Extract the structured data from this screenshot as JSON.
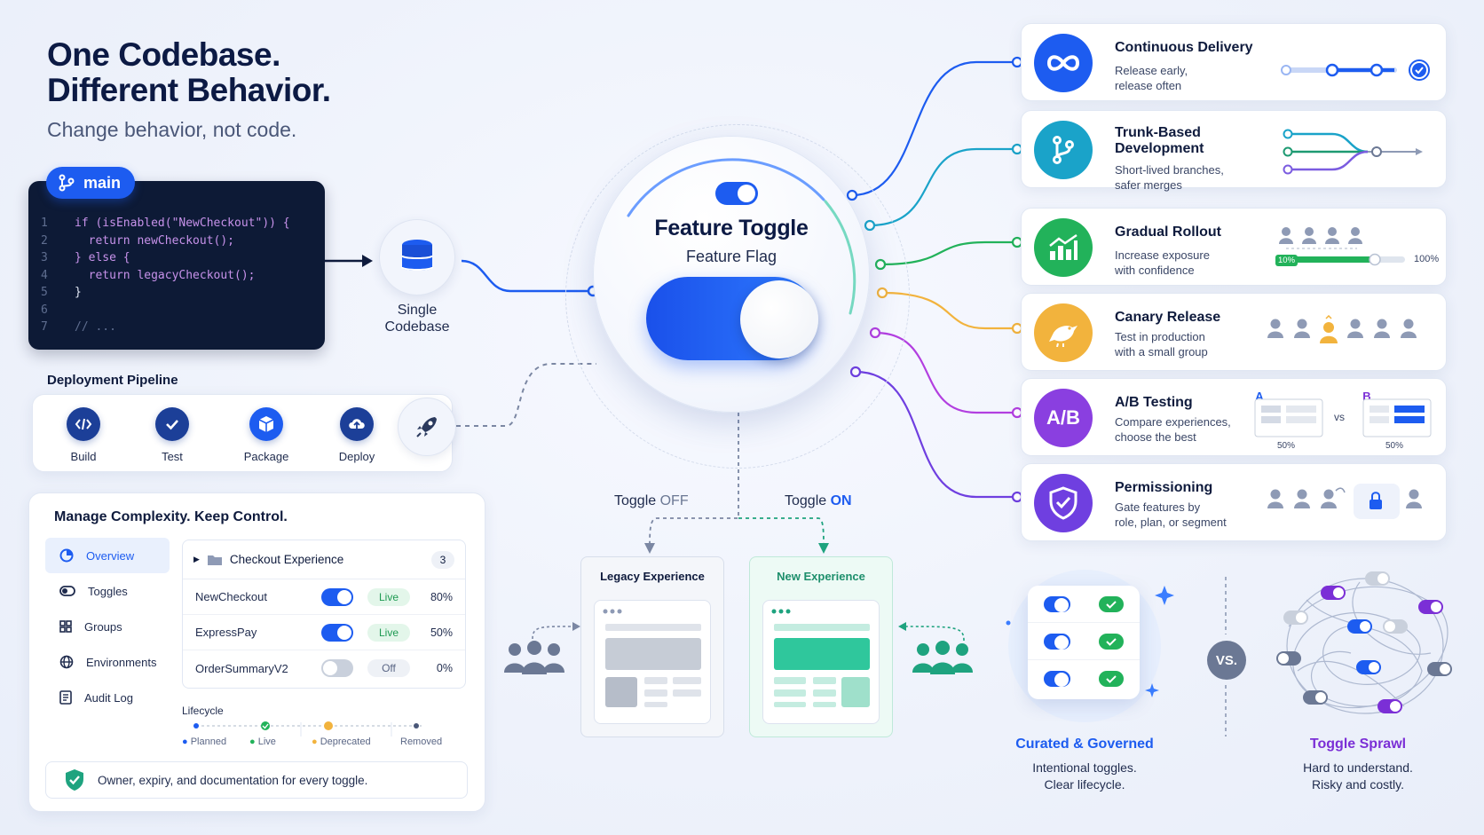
{
  "headline": {
    "line1": "One Codebase.",
    "line2": "Different Behavior.",
    "subtitle": "Change behavior, not code."
  },
  "code": {
    "branch": "main",
    "lines": [
      {
        "n": "1",
        "text": "if (isEnabled(\"NewCheckout\")) {"
      },
      {
        "n": "2",
        "text": "  return newCheckout();"
      },
      {
        "n": "3",
        "text": "} else {"
      },
      {
        "n": "4",
        "text": "  return legacyCheckout();"
      },
      {
        "n": "5",
        "text": "}"
      },
      {
        "n": "6",
        "text": ""
      },
      {
        "n": "7",
        "text": "// ..."
      }
    ]
  },
  "codebase": {
    "label1": "Single",
    "label2": "Codebase",
    "icon": "database-icon"
  },
  "pipeline": {
    "title": "Deployment Pipeline",
    "steps": [
      {
        "label": "Build",
        "icon": "code-icon"
      },
      {
        "label": "Test",
        "icon": "check-icon"
      },
      {
        "label": "Package",
        "icon": "package-icon"
      },
      {
        "label": "Deploy",
        "icon": "cloud-upload-icon"
      }
    ],
    "end_icon": "rocket-icon"
  },
  "center": {
    "title": "Feature Toggle",
    "subtitle": "Feature Flag",
    "state": "on"
  },
  "manage": {
    "title": "Manage Complexity. Keep Control.",
    "sidebar": [
      {
        "label": "Overview",
        "icon": "pie-chart-icon",
        "active": true
      },
      {
        "label": "Toggles",
        "icon": "toggle-icon",
        "active": false
      },
      {
        "label": "Groups",
        "icon": "grid-icon",
        "active": false
      },
      {
        "label": "Environments",
        "icon": "globe-icon",
        "active": false
      },
      {
        "label": "Audit Log",
        "icon": "document-icon",
        "active": false
      }
    ],
    "group": {
      "name": "Checkout Experience",
      "count": "3"
    },
    "toggles": [
      {
        "name": "NewCheckout",
        "enabled": true,
        "status": "Live",
        "rollout": "80%"
      },
      {
        "name": "ExpressPay",
        "enabled": true,
        "status": "Live",
        "rollout": "50%"
      },
      {
        "name": "OrderSummaryV2",
        "enabled": false,
        "status": "Off",
        "rollout": "0%"
      }
    ],
    "lifecycle": {
      "title": "Lifecycle",
      "stages": [
        {
          "label": "Planned",
          "color": "#1d5cf0"
        },
        {
          "label": "Live",
          "color": "#22b25a"
        },
        {
          "label": "Deprecated",
          "color": "#f2b33d"
        },
        {
          "label": "Removed",
          "color": "#4a5778"
        }
      ]
    },
    "footer": "Owner, expiry, and documentation for every toggle."
  },
  "branches": {
    "off_label": "Toggle",
    "off_state": "OFF",
    "on_label": "Toggle",
    "on_state": "ON",
    "legacy": "Legacy Experience",
    "new": "New Experience"
  },
  "practices": [
    {
      "title": "Continuous Delivery",
      "desc1": "Release early,",
      "desc2": "release often",
      "icon": "infinity-icon",
      "color": "#1d5cf0"
    },
    {
      "title": "Trunk-Based",
      "title2": "Development",
      "desc1": "Short-lived branches,",
      "desc2": "safer merges",
      "icon": "branch-icon",
      "color": "#1aa3c9"
    },
    {
      "title": "Gradual Rollout",
      "desc1": "Increase exposure",
      "desc2": "with confidence",
      "icon": "bar-chart-icon",
      "color": "#22b25a",
      "start": "10%",
      "end": "100%"
    },
    {
      "title": "Canary Release",
      "desc1": "Test in production",
      "desc2": "with a small group",
      "icon": "bird-icon",
      "color": "#f2b33d"
    },
    {
      "title": "A/B Testing",
      "desc1": "Compare experiences,",
      "desc2": "choose the best",
      "icon": "ab-icon",
      "icon_text": "A/B",
      "color": "#8a3fe0",
      "a": "A",
      "b": "B",
      "vs": "vs",
      "a_pct": "50%",
      "b_pct": "50%"
    },
    {
      "title": "Permissioning",
      "desc1": "Gate features by",
      "desc2": "role, plan, or segment",
      "icon": "shield-check-icon",
      "color": "#6f3fe0"
    }
  ],
  "compare": {
    "vs": "VS.",
    "curated": {
      "title": "Curated & Governed",
      "desc1": "Intentional toggles.",
      "desc2": "Clear lifecycle."
    },
    "sprawl": {
      "title": "Toggle Sprawl",
      "desc1": "Hard to understand.",
      "desc2": "Risky and costly."
    }
  }
}
